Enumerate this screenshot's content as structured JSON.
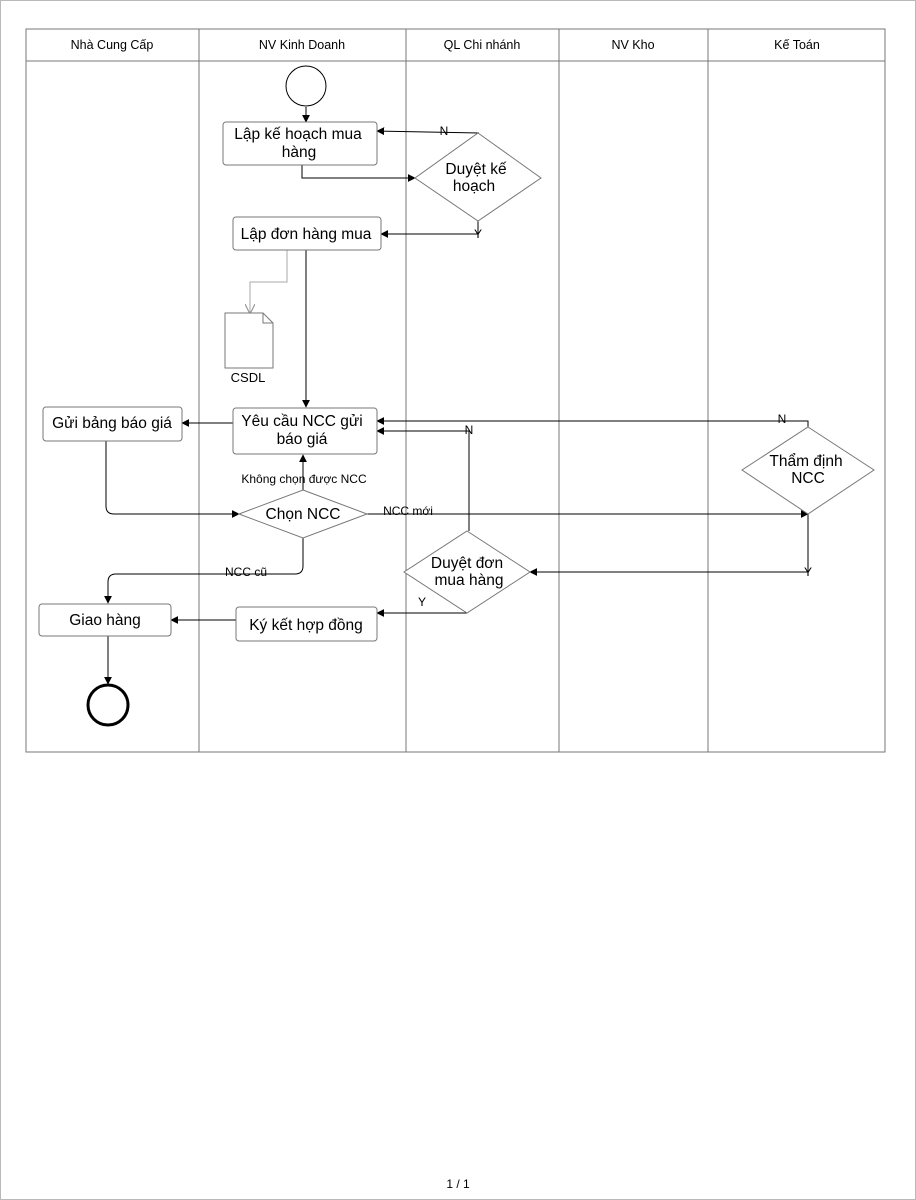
{
  "lanes": [
    "Nhà Cung Cấp",
    "NV Kinh Doanh",
    "QL Chi nhánh",
    "NV Kho",
    "Kế Toán"
  ],
  "nodes": {
    "lap_ke_hoach": [
      "Lập kế hoạch mua",
      "hàng"
    ],
    "duyet_ke_hoach": [
      "Duyệt kế",
      "hoạch"
    ],
    "lap_don_hang": "Lập đơn hàng mua",
    "csdl": "CSDL",
    "yeu_cau_ncc": [
      "Yêu cầu NCC gửi",
      "báo giá"
    ],
    "gui_bang_bao_gia": "Gửi bảng báo giá",
    "tham_dinh_ncc": [
      "Thẩm định",
      "NCC"
    ],
    "chon_ncc": "Chọn NCC",
    "duyet_don": [
      "Duyệt đơn",
      "mua hàng"
    ],
    "giao_hang": "Giao hàng",
    "ky_ket": "Ký kết hợp đồng"
  },
  "edge_labels": {
    "n1": "N",
    "y1": "Y",
    "n2": "N",
    "n3": "N",
    "khong_chon": "Không chọn được NCC",
    "ncc_moi": "NCC mới",
    "ncc_cu": "NCC cũ",
    "y2": "Y",
    "y3": "Y"
  },
  "footer": {
    "page": "1 / 1"
  }
}
